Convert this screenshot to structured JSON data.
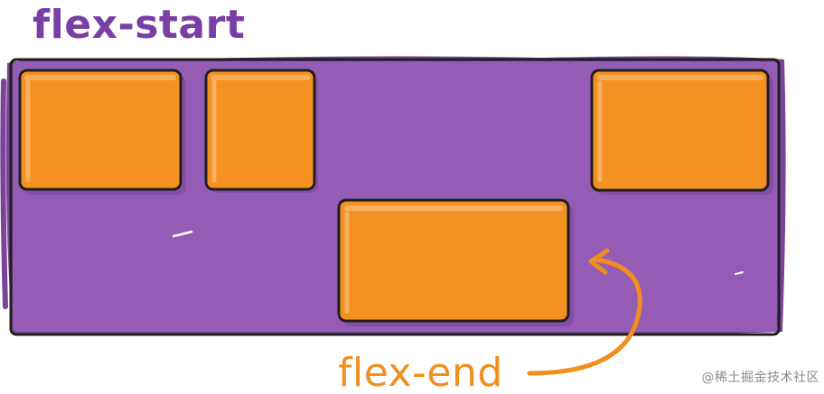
{
  "labels": {
    "top": "flex-start",
    "bottom": "flex-end"
  },
  "watermark": "@稀土掘金技术社区",
  "colors": {
    "container": "#955cb6",
    "container_dark": "#7b4499",
    "item": "#f59120",
    "item_highlight": "#f8b060",
    "item_shadow": "#d97d14",
    "outline": "#1f1f1f",
    "label_purple": "#7a3fa5",
    "label_orange": "#f0901e",
    "arrow": "#f08f1e"
  },
  "items": [
    {
      "name": "flex-item-1",
      "alignment": "flex-start"
    },
    {
      "name": "flex-item-2",
      "alignment": "flex-start"
    },
    {
      "name": "flex-item-3",
      "alignment": "flex-end"
    },
    {
      "name": "flex-item-4",
      "alignment": "flex-start"
    }
  ]
}
